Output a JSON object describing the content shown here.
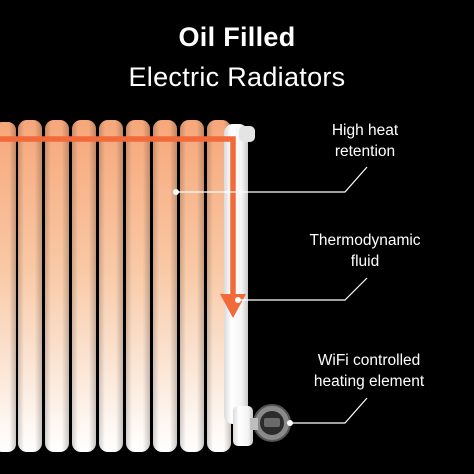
{
  "heading": {
    "title": "Oil Filled",
    "subtitle": "Electric Radiators"
  },
  "callouts": [
    {
      "line1": "High heat",
      "line2": "retention"
    },
    {
      "line1": "Thermodynamic",
      "line2": "fluid"
    },
    {
      "line1": "WiFi controlled",
      "line2": "heating element"
    }
  ],
  "colors": {
    "background": "#000000",
    "accent_orange": "#f26a3a",
    "warm_tint": "#f7b98f",
    "radiator_white": "#ffffff",
    "text": "#ffffff"
  },
  "icons": [
    "flow-arrow-icon",
    "heating-element-knob-icon"
  ]
}
